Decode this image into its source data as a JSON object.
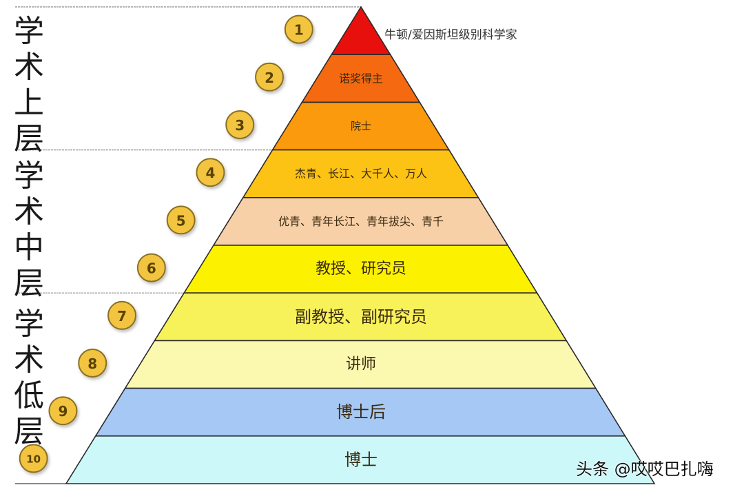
{
  "diagram": {
    "type": "pyramid",
    "title": "",
    "apex_note": "牛顿/爱因斯坦级别科学家",
    "groups": [
      {
        "label": "学术上层",
        "chars": [
          "学",
          "术",
          "上",
          "层"
        ],
        "tiers": [
          1,
          2,
          3
        ]
      },
      {
        "label": "学术中层",
        "chars": [
          "学",
          "术",
          "中",
          "层"
        ],
        "tiers": [
          4,
          5,
          6
        ]
      },
      {
        "label": "学术低层",
        "chars": [
          "学",
          "术",
          "低",
          "层"
        ],
        "tiers": [
          7,
          8,
          9,
          10
        ]
      }
    ],
    "tiers": [
      {
        "rank": "1",
        "label": "",
        "color": "#e8100c"
      },
      {
        "rank": "2",
        "label": "诺奖得主",
        "color": "#f56a10"
      },
      {
        "rank": "3",
        "label": "院士",
        "color": "#fb9a0c"
      },
      {
        "rank": "4",
        "label": "杰青、长江、大千人、万人",
        "color": "#fcc214"
      },
      {
        "rank": "5",
        "label": "优青、青年长江、青年拔尖、青千",
        "color": "#f8d0a8"
      },
      {
        "rank": "6",
        "label": "教授、研究员",
        "color": "#fcf200"
      },
      {
        "rank": "7",
        "label": "副教授、副研究员",
        "color": "#f8f25a"
      },
      {
        "rank": "8",
        "label": "讲师",
        "color": "#fbf8b0"
      },
      {
        "rank": "9",
        "label": "博士后",
        "color": "#a6c8f4"
      },
      {
        "rank": "10",
        "label": "博士",
        "color": "#cdf8fa"
      }
    ],
    "badge_color": "#f2c440",
    "badge_border": "#8a7020",
    "outline_color": "#2a2a2a"
  },
  "watermark": "头条 @哎哎巴扎嗨"
}
